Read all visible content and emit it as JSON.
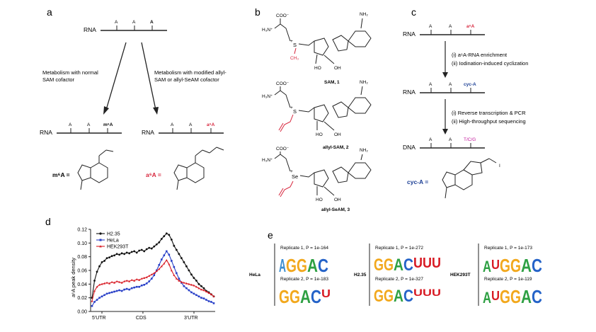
{
  "panels": {
    "a": {
      "label": "a",
      "rna": "RNA",
      "a_letter": "A",
      "left_arrow_text": [
        "Metabolism with normal",
        "SAM cofactor"
      ],
      "right_arrow_text": [
        "Metabolism with modified allyl-",
        "SAM or allyl-SeAM cofactor"
      ],
      "m6a_mark": "m⁶A",
      "a6a_mark": "a⁶A",
      "m6a_eq": "m⁶A =",
      "a6a_eq": "a⁶A ="
    },
    "b": {
      "label": "b",
      "sam": "SAM, 1",
      "allyl_sam": "allyl-SAM, 2",
      "allyl_seam": "allyl-SeAM, 3",
      "coo": "COO⁻",
      "nh3": "H₃N⁺",
      "nh2": "NH₂",
      "oh": "OH",
      "ho": "HO",
      "s": "S",
      "se": "Se",
      "plus": "+",
      "ch3": "CH₃"
    },
    "c": {
      "label": "c",
      "rna": "RNA",
      "dna": "DNA",
      "a_letter": "A",
      "a6a_mark": "a⁶A",
      "cyc_mark": "cyc-A",
      "tcg_mark": "T/C/G",
      "step1": [
        "(i) a⁶A-RNA enrichment",
        "(ii) Iodination-induced cyclization"
      ],
      "step2": [
        "(i) Reverse transcription & PCR",
        "(ii) High-throughput sequencing"
      ],
      "cyc_eq": "cyc-A =",
      "iodo": "I"
    },
    "d": {
      "label": "d"
    },
    "e": {
      "label": "e",
      "rows": [
        {
          "cell": "HeLa",
          "rep1": "Replicate 1, P = 1e-164",
          "rep2": "Replicate 2, P = 1e-183",
          "motif1": "AGGAC",
          "motif2": "GGACU"
        },
        {
          "cell": "H2.35",
          "rep1": "Replicate 1, P = 1e-272",
          "rep2": "Replicate 2, P = 1e-327",
          "motif1": "GGACUUU",
          "motif2": "GGACUUU"
        },
        {
          "cell": "HEK293T",
          "rep1": "Replicate 1, P = 1e-173",
          "rep2": "Replicate 2, P = 1e-119",
          "motif1": "AUGGAC",
          "motif2": "AUGGAC"
        }
      ]
    }
  },
  "chart_data": {
    "type": "line",
    "title": "",
    "xlabel": "",
    "ylabel": "a⁶A peak density",
    "ylim": [
      0,
      0.12
    ],
    "yticks": [
      "0.00",
      "0.02",
      "0.04",
      "0.06",
      "0.08",
      "0.10",
      "0.12"
    ],
    "xtick_labels": [
      "5'UTR",
      "CDS",
      "3'UTR"
    ],
    "legend_placement": "top-left",
    "grid": false,
    "series": [
      {
        "name": "H2.35",
        "color": "#111111",
        "marker": "circle",
        "values": [
          0.02,
          0.045,
          0.058,
          0.066,
          0.072,
          0.074,
          0.078,
          0.079,
          0.081,
          0.082,
          0.084,
          0.083,
          0.085,
          0.084,
          0.086,
          0.085,
          0.087,
          0.088,
          0.086,
          0.089,
          0.09,
          0.088,
          0.091,
          0.093,
          0.092,
          0.095,
          0.098,
          0.101,
          0.106,
          0.11,
          0.114,
          0.112,
          0.105,
          0.096,
          0.09,
          0.084,
          0.078,
          0.072,
          0.066,
          0.06,
          0.054,
          0.049,
          0.045,
          0.04,
          0.037,
          0.034,
          0.03,
          0.028,
          0.025,
          0.022
        ]
      },
      {
        "name": "HeLa",
        "color": "#2940c8",
        "marker": "square",
        "values": [
          0.008,
          0.014,
          0.017,
          0.02,
          0.022,
          0.024,
          0.026,
          0.027,
          0.028,
          0.029,
          0.03,
          0.031,
          0.03,
          0.032,
          0.033,
          0.032,
          0.034,
          0.035,
          0.036,
          0.036,
          0.038,
          0.039,
          0.041,
          0.044,
          0.048,
          0.053,
          0.06,
          0.068,
          0.076,
          0.082,
          0.088,
          0.083,
          0.074,
          0.065,
          0.056,
          0.048,
          0.042,
          0.037,
          0.034,
          0.031,
          0.028,
          0.026,
          0.024,
          0.022,
          0.02,
          0.019,
          0.017,
          0.015,
          0.014,
          0.012
        ]
      },
      {
        "name": "HEK293T",
        "color": "#d81b24",
        "marker": "triangle",
        "values": [
          0.015,
          0.03,
          0.036,
          0.039,
          0.04,
          0.041,
          0.042,
          0.041,
          0.043,
          0.042,
          0.044,
          0.043,
          0.042,
          0.044,
          0.045,
          0.044,
          0.046,
          0.045,
          0.047,
          0.046,
          0.048,
          0.049,
          0.05,
          0.052,
          0.054,
          0.056,
          0.059,
          0.062,
          0.066,
          0.07,
          0.075,
          0.069,
          0.06,
          0.053,
          0.048,
          0.045,
          0.043,
          0.042,
          0.041,
          0.04,
          0.039,
          0.038,
          0.036,
          0.034,
          0.032,
          0.031,
          0.029,
          0.027,
          0.025,
          0.022
        ]
      }
    ]
  }
}
